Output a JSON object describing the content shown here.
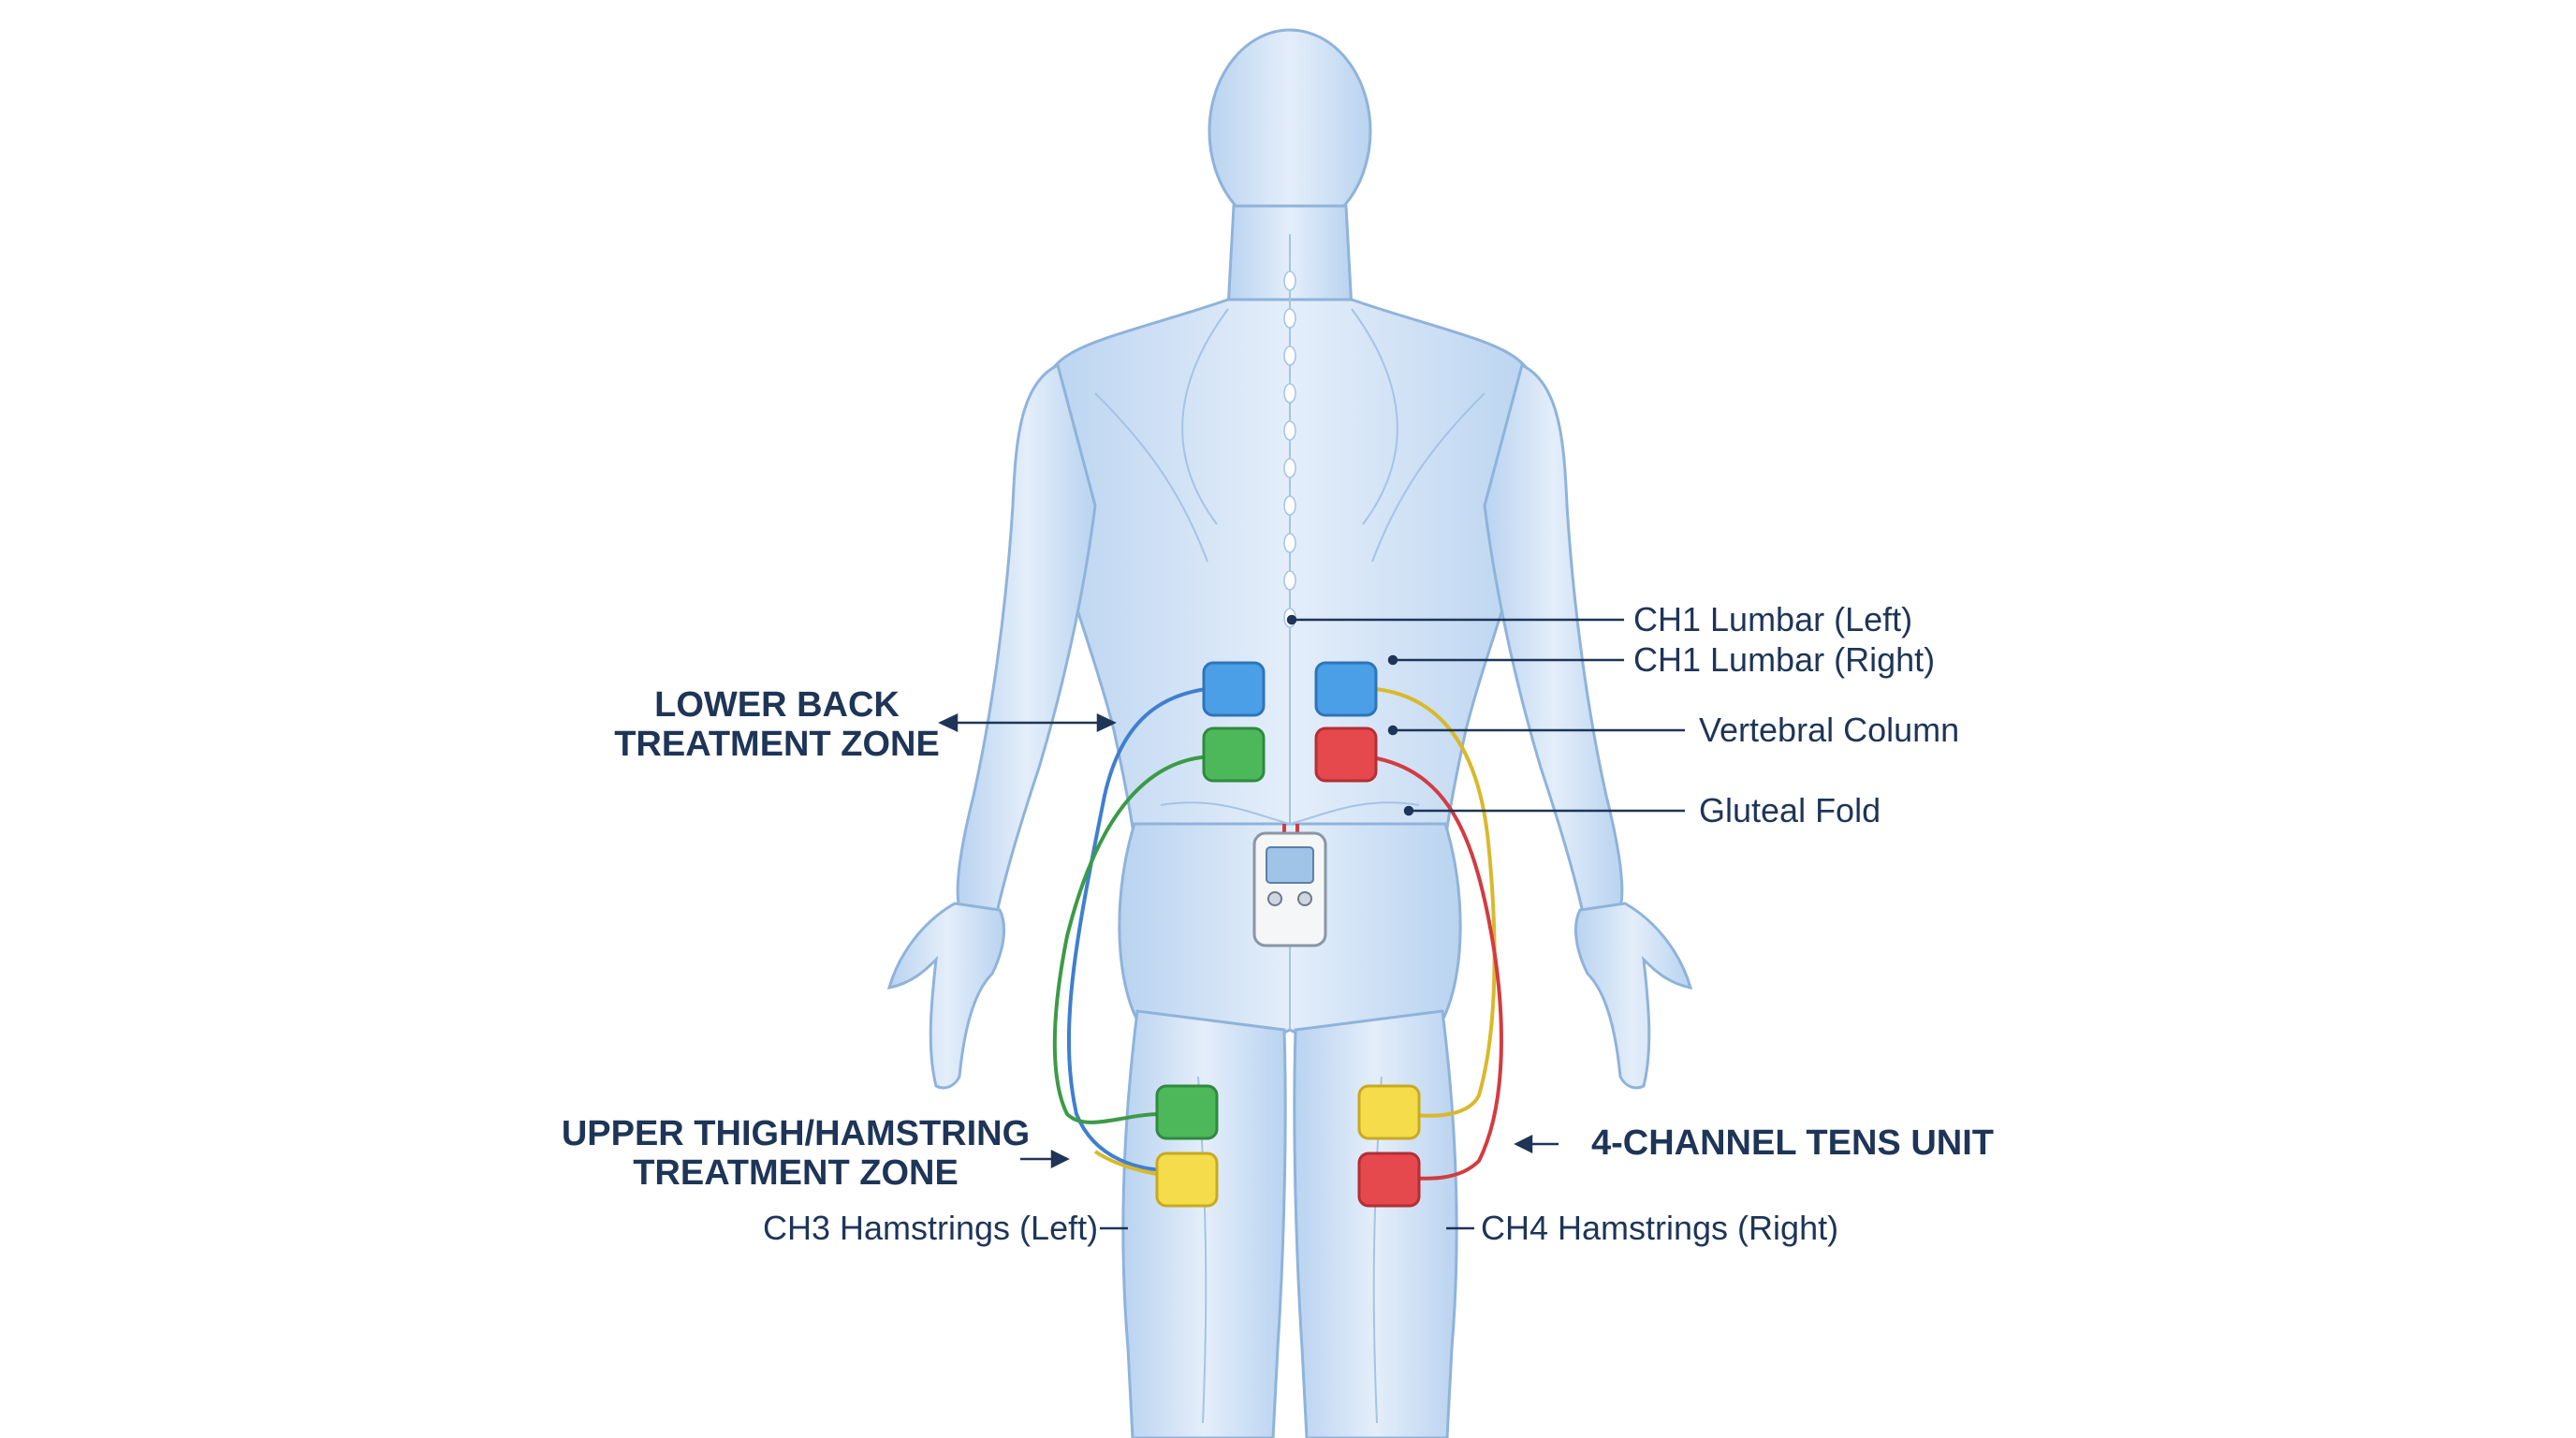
{
  "zones": {
    "lower_back": {
      "line1": "LOWER BACK",
      "line2": "TREATMENT ZONE"
    },
    "thigh": {
      "line1": "UPPER THIGH/HAMSTRING",
      "line2": "TREATMENT ZONE"
    }
  },
  "callouts": {
    "ch1_left": "CH1 Lumbar (Left)",
    "ch1_right": "CH1 Lumbar (Right)",
    "vertebral": "Vertebral Column",
    "gluteal": "Gluteal Fold",
    "tens_unit": "4-CHANNEL TENS UNIT",
    "ch3_left": "CH3 Hamstrings (Left)",
    "ch4_right": "CH4 Hamstrings (Right)"
  },
  "colors": {
    "blue_pad": "#4a9fe6",
    "green_pad": "#4db85a",
    "red_pad": "#e5484d",
    "yellow_pad": "#f4dc4a",
    "label_text": "#1e3557",
    "body_fill": "#cfe1f5",
    "body_stroke": "#8fb3da"
  }
}
